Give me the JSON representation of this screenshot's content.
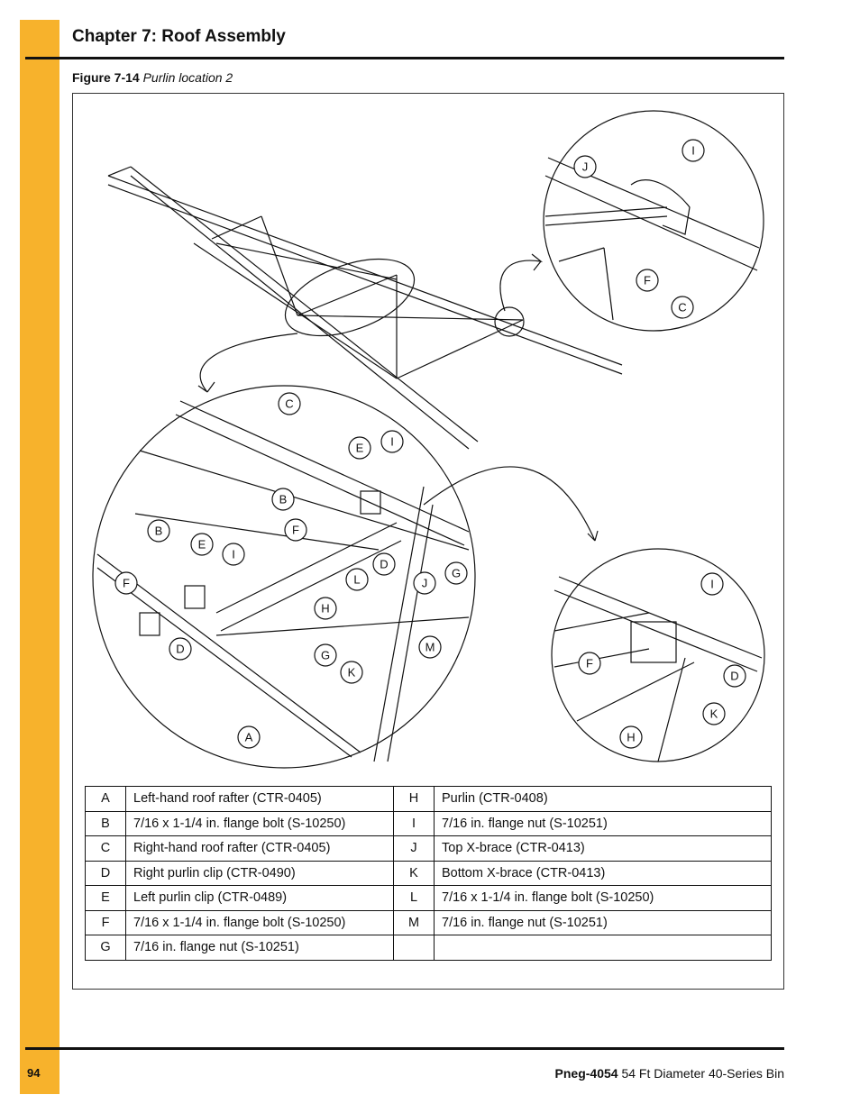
{
  "header": {
    "chapter_title": "Chapter 7: Roof Assembly"
  },
  "figure": {
    "number": "Figure 7-14",
    "title": "Purlin location 2",
    "callouts": {
      "top": [
        "I",
        "J",
        "F",
        "C"
      ],
      "main": [
        "C",
        "E",
        "I",
        "B",
        "F",
        "B",
        "E",
        "I",
        "F",
        "D",
        "L",
        "J",
        "G",
        "H",
        "D",
        "G",
        "K",
        "M",
        "A"
      ],
      "lower": [
        "I",
        "F",
        "D",
        "K",
        "H"
      ]
    }
  },
  "parts_table": {
    "rows": [
      {
        "k1": "A",
        "d1": "Left-hand roof rafter (CTR-0405)",
        "k2": "H",
        "d2": "Purlin (CTR-0408)"
      },
      {
        "k1": "B",
        "d1": "7/16 x 1-1/4 in. flange bolt (S-10250)",
        "k2": "I",
        "d2": "7/16 in. flange nut (S-10251)"
      },
      {
        "k1": "C",
        "d1": "Right-hand roof rafter (CTR-0405)",
        "k2": "J",
        "d2": "Top X-brace (CTR-0413)"
      },
      {
        "k1": "D",
        "d1": "Right purlin clip (CTR-0490)",
        "k2": "K",
        "d2": "Bottom X-brace (CTR-0413)"
      },
      {
        "k1": "E",
        "d1": "Left purlin clip (CTR-0489)",
        "k2": "L",
        "d2": "7/16 x 1-1/4 in. flange bolt (S-10250)"
      },
      {
        "k1": "F",
        "d1": "7/16 x 1-1/4 in. flange bolt (S-10250)",
        "k2": "M",
        "d2": "7/16 in. flange nut (S-10251)"
      },
      {
        "k1": "G",
        "d1": "7/16 in. flange nut (S-10251)",
        "k2": "",
        "d2": ""
      }
    ]
  },
  "footer": {
    "page_number": "94",
    "doc_code": "Pneg-4054",
    "doc_title": "54 Ft Diameter 40-Series Bin"
  }
}
